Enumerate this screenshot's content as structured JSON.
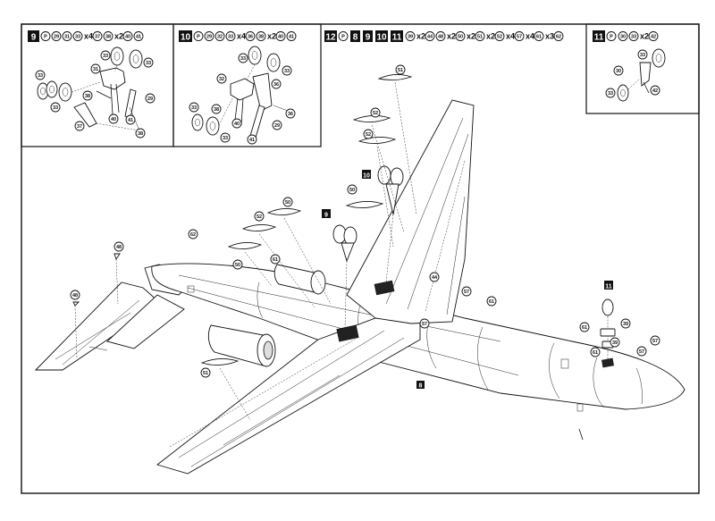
{
  "panels": {
    "panel_9": {
      "step": "9",
      "parts": [
        "29",
        "31",
        "33",
        "37",
        "38",
        "40",
        "41"
      ],
      "header_items": [
        {
          "num": "29",
          "mult": ""
        },
        {
          "num": "31",
          "mult": ""
        },
        {
          "num": "33",
          "mult": "x4"
        },
        {
          "num": "37",
          "mult": ""
        },
        {
          "num": "38",
          "mult": "x2"
        },
        {
          "num": "40",
          "mult": ""
        },
        {
          "num": "41",
          "mult": ""
        }
      ],
      "callouts": [
        "33",
        "33",
        "33",
        "31",
        "33",
        "38",
        "29",
        "37",
        "40",
        "41",
        "38"
      ]
    },
    "panel_10": {
      "step": "10",
      "header_items": [
        {
          "num": "29",
          "mult": ""
        },
        {
          "num": "32",
          "mult": ""
        },
        {
          "num": "33",
          "mult": "x4"
        },
        {
          "num": "36",
          "mult": ""
        },
        {
          "num": "38",
          "mult": "x2"
        },
        {
          "num": "40",
          "mult": ""
        },
        {
          "num": "41",
          "mult": ""
        }
      ],
      "callouts": [
        "33",
        "33",
        "32",
        "36",
        "33",
        "38",
        "40",
        "33",
        "29",
        "41",
        "36"
      ]
    },
    "panel_11": {
      "step": "11",
      "header_items": [
        {
          "num": "30",
          "mult": ""
        },
        {
          "num": "33",
          "mult": "x2"
        },
        {
          "num": "42",
          "mult": ""
        }
      ],
      "callouts": [
        "33",
        "30",
        "33",
        "42"
      ]
    }
  },
  "main_header": {
    "steps": [
      "12",
      "8",
      "9",
      "10",
      "11"
    ],
    "items": [
      {
        "num": "39",
        "mult": "x2"
      },
      {
        "num": "44",
        "mult": ""
      },
      {
        "num": "48",
        "mult": "x2"
      },
      {
        "num": "50",
        "mult": "x2"
      },
      {
        "num": "51",
        "mult": "x2"
      },
      {
        "num": "52",
        "mult": "x4"
      },
      {
        "num": "57",
        "mult": "x4"
      },
      {
        "num": "61",
        "mult": "x3"
      },
      {
        "num": "62",
        "mult": ""
      }
    ]
  },
  "main_callouts": [
    {
      "id": "c51a",
      "num": "51"
    },
    {
      "id": "c52a",
      "num": "52"
    },
    {
      "id": "c52b",
      "num": "52"
    },
    {
      "id": "c50a",
      "num": "50"
    },
    {
      "id": "c50b",
      "num": "50"
    },
    {
      "id": "c52c",
      "num": "52"
    },
    {
      "id": "c50c",
      "num": "50"
    },
    {
      "id": "c61a",
      "num": "61"
    },
    {
      "id": "c48a",
      "num": "48"
    },
    {
      "id": "c48b",
      "num": "48"
    },
    {
      "id": "c62a",
      "num": "62"
    },
    {
      "id": "c61b",
      "num": "61"
    },
    {
      "id": "c44a",
      "num": "44"
    },
    {
      "id": "c57a",
      "num": "57"
    },
    {
      "id": "c57b",
      "num": "57"
    },
    {
      "id": "c61c",
      "num": "61"
    },
    {
      "id": "c61d",
      "num": "61"
    },
    {
      "id": "c39a",
      "num": "39"
    },
    {
      "id": "c39b",
      "num": "39"
    },
    {
      "id": "c57c",
      "num": "57"
    },
    {
      "id": "c57d",
      "num": "57"
    },
    {
      "id": "c51b",
      "num": "51"
    }
  ],
  "main_step_markers": {
    "gear_10": "10",
    "gear_9": "9",
    "nose_11": "11",
    "fuselage_8": "8"
  },
  "paint_symbol": "P"
}
